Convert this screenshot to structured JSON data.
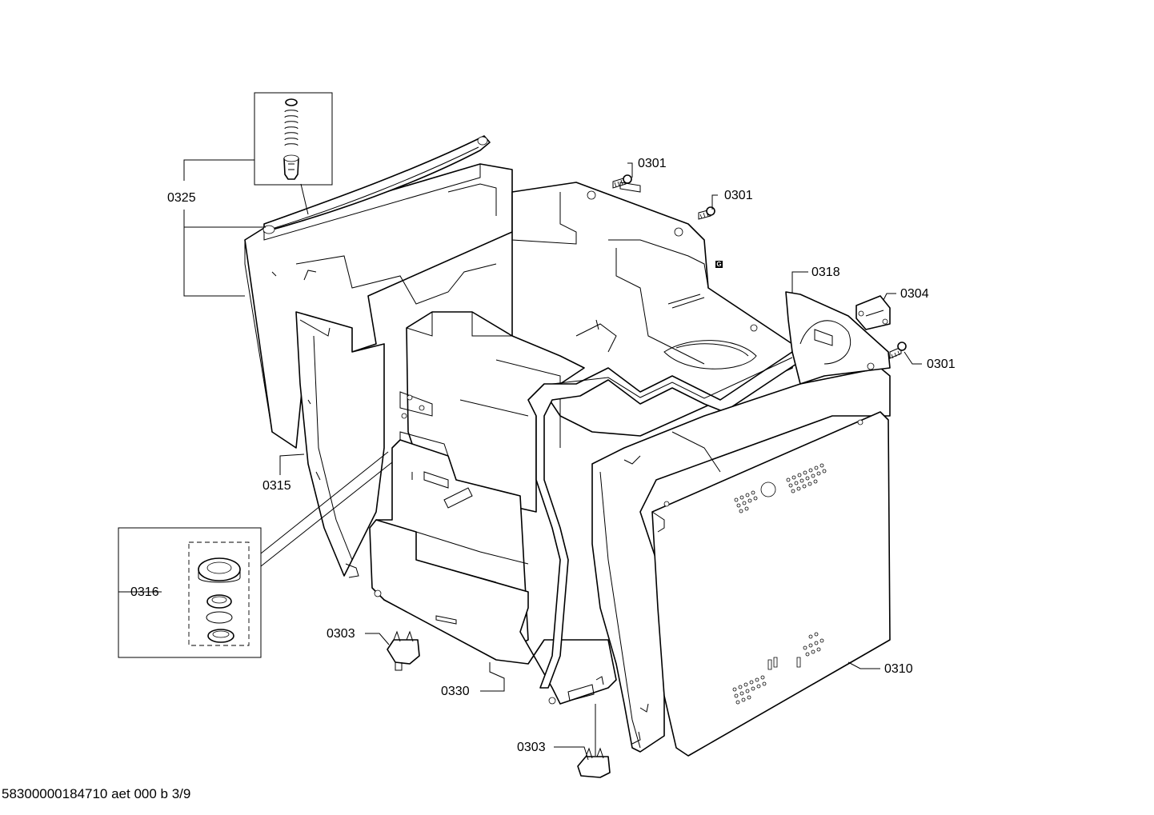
{
  "callouts": {
    "c0301_a": "0301",
    "c0301_b": "0301",
    "c0301_c": "0301",
    "c0318": "0318",
    "c0304": "0304",
    "c0325": "0325",
    "c0315": "0315",
    "c0316": "0316",
    "c0303_a": "0303",
    "c0303_b": "0303",
    "c0330": "0330",
    "c0310": "0310"
  },
  "marker": "G",
  "footer": "58300000184710 aet 000 b 3/9"
}
